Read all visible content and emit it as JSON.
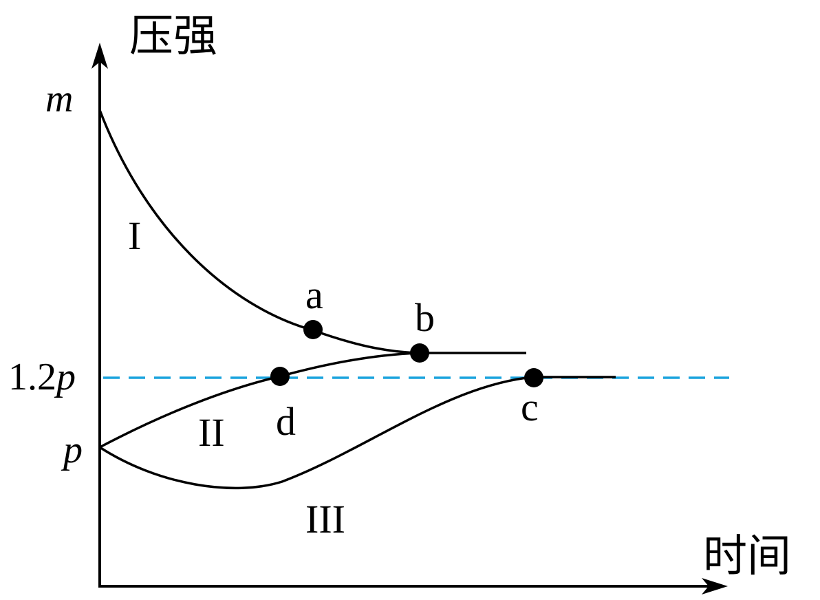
{
  "chart_data": {
    "type": "line",
    "xlabel": "时间",
    "ylabel": "压强",
    "y_ticks": [
      {
        "label": "m",
        "italic": true,
        "value": "m"
      },
      {
        "label": "1.2",
        "suffix": "p",
        "value": "1.2p"
      },
      {
        "label": "p",
        "italic": true,
        "value": "p"
      }
    ],
    "reference_line": {
      "value": "1.2p",
      "style": "dashed",
      "color": "#1aa3dd"
    },
    "series": [
      {
        "name": "I",
        "start": "m",
        "end": "above 1.2p (plateau at b)"
      },
      {
        "name": "II",
        "start": "p",
        "end": "plateau at b"
      },
      {
        "name": "III",
        "start": "p",
        "end": "1.2p (plateau at c)"
      }
    ],
    "points": [
      {
        "label": "a",
        "on": "I"
      },
      {
        "label": "b",
        "on": "I, II"
      },
      {
        "label": "c",
        "on": "III",
        "y": "1.2p"
      },
      {
        "label": "d",
        "on": "II",
        "y": "1.2p"
      }
    ],
    "colors": {
      "curve": "#000000",
      "axis": "#000000",
      "reference": "#1aa3dd",
      "point": "#000000"
    }
  }
}
